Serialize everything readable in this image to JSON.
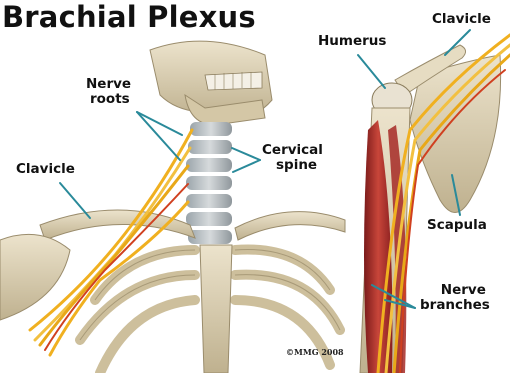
{
  "title": "Brachial Plexus",
  "labels": {
    "nerve_roots": [
      "Nerve",
      "roots"
    ],
    "clavicle_left": "Clavicle",
    "cervical_spine": [
      "Cervical",
      "spine"
    ],
    "humerus": "Humerus",
    "clavicle_right": "Clavicle",
    "scapula": "Scapula",
    "nerve_branches": [
      "Nerve",
      "branches"
    ]
  },
  "copyright": "©MMG 2008",
  "colors": {
    "bone": "#d8ccb0",
    "nerve": "#f0b020",
    "nerve_red": "#d04020",
    "muscle": "#b02a2a",
    "pointer": "#2a8a9a"
  }
}
